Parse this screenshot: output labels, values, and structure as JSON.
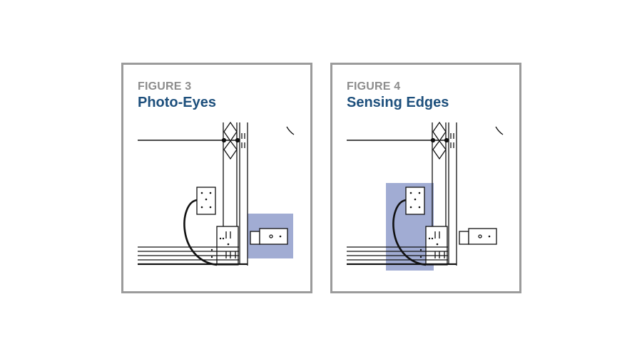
{
  "figures": [
    {
      "number": "FIGURE 3",
      "title": "Photo-Eyes",
      "highlight": "photo-eye"
    },
    {
      "number": "FIGURE 4",
      "title": "Sensing Edges",
      "highlight": "sensing-edge"
    }
  ],
  "colors": {
    "title": "#1d4f7c",
    "label": "#8c8c8c",
    "highlight": "#8190c4",
    "border": "#9b9b9b"
  }
}
